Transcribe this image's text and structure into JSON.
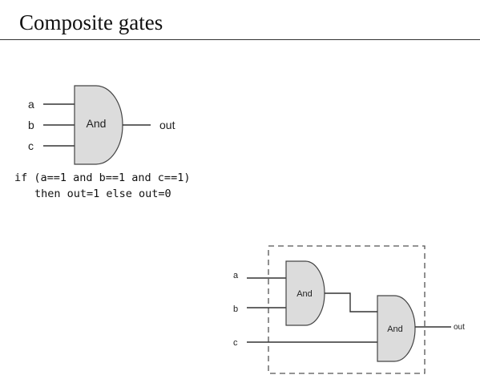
{
  "slide": {
    "title": "Composite gates"
  },
  "gate_abstraction": {
    "inputs": [
      "a",
      "b",
      "c"
    ],
    "gate_label": "And",
    "output": "out",
    "code": [
      "if (a==1 and b==1 and c==1)",
      "then out=1 else out=0"
    ]
  },
  "gate_implementation": {
    "inputs": [
      "a",
      "b",
      "c"
    ],
    "gate_1_label": "And",
    "gate_2_label": "And",
    "output": "out"
  },
  "colors": {
    "gate_fill": "#dcdcdc",
    "wire": "#333333"
  }
}
